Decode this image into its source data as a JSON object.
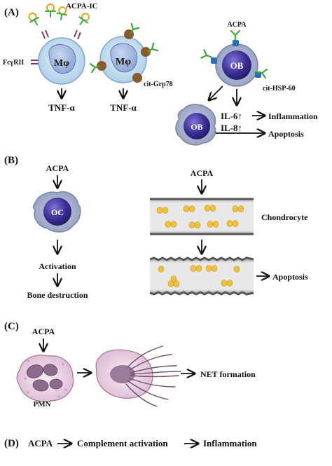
{
  "panels": {
    "a": {
      "label": "(A)",
      "acpa_ic": "ACPA-IC",
      "fcgr": "FcγRII",
      "mphi_1": "Mφ",
      "mphi_2": "Mφ",
      "tnf_1": "TNF-α",
      "tnf_2": "TNF-α",
      "cit_grp78": "cit-Grp78",
      "acpa": "ACPA",
      "ob_1": "OB",
      "ob_2": "OB",
      "cit_hsp60": "cit-HSP-60",
      "il6": "IL-6↑",
      "il8": "IL-8↑",
      "inflammation": "Inflammation",
      "apoptosis": "Apoptosis"
    },
    "b": {
      "label": "(B)",
      "acpa_1": "ACPA",
      "oc": "OC",
      "activation": "Activation",
      "bone_destruction": "Bone destruction",
      "acpa_2": "ACPA",
      "chondrocyte": "Chondrocyte",
      "apoptosis": "Apoptosis"
    },
    "c": {
      "label": "(C)",
      "acpa": "ACPA",
      "pmn": "PMN",
      "net": "NET formation"
    },
    "d": {
      "label": "(D)",
      "acpa": "ACPA",
      "complement": "Complement activation",
      "inflammation": "Inflammation"
    }
  },
  "colors": {
    "cell_outer": "#b9d8ee",
    "cell_nucleus": "#9fb6de",
    "osteo_nucleus": "#3a2f8a",
    "osteo_halo": "#9aa7c8",
    "antigen": "#8b5a2b",
    "antibody": "#3aa83a",
    "receptor": "#8a3a6a",
    "ic_ring": "#e0a418",
    "chondrocyte": "#f0c040",
    "tube_fill": "#d8d8d8",
    "pmn": "#e7cde0"
  }
}
